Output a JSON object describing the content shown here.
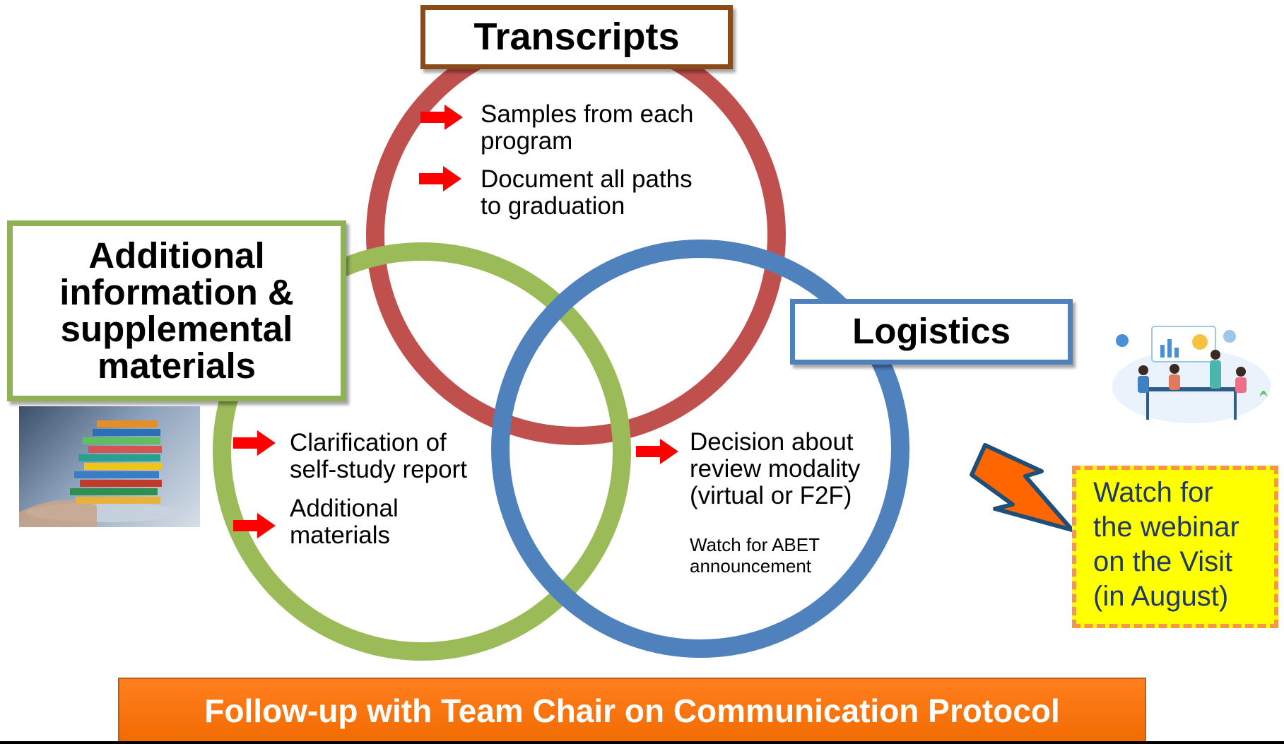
{
  "colors": {
    "transcripts_circle": "#c0504d",
    "additional_circle": "#9bbb59",
    "logistics_circle": "#4f81bd",
    "transcripts_border": "#8b4a16",
    "bullet_arrow": "#ff0000",
    "callout_fill": "#ffff00",
    "callout_border": "#f79646",
    "callout_text": "#1f3864",
    "banner_fill": "#f26b00",
    "lightning_fill": "#ff6600",
    "lightning_stroke": "#1f4e79"
  },
  "transcripts": {
    "title": "Transcripts",
    "bullets": [
      {
        "icon": "right-arrow-icon",
        "line1": "Samples from each",
        "line2": "program"
      },
      {
        "icon": "right-arrow-icon",
        "line1": "Document all paths",
        "line2": "to graduation"
      }
    ]
  },
  "additional": {
    "title_lines": [
      "Additional",
      "information &",
      "supplemental",
      "materials"
    ],
    "image": "books-on-tablet-photo",
    "bullets": [
      {
        "icon": "right-arrow-icon",
        "line1": "Clarification of",
        "line2": "self-study report"
      },
      {
        "icon": "right-arrow-icon",
        "line1": "Additional",
        "line2": "materials"
      }
    ]
  },
  "logistics": {
    "title": "Logistics",
    "image": "team-meeting-illustration",
    "bullets": [
      {
        "icon": "right-arrow-icon",
        "line1": "Decision about",
        "line2": "review modality",
        "line3": "(virtual or F2F)"
      }
    ],
    "note_line1": "Watch for ABET",
    "note_line2": "announcement"
  },
  "callout": {
    "icon": "lightning-bolt-icon",
    "text": "Watch for\nthe webinar\non the Visit\n(in August)"
  },
  "banner": {
    "text": "Follow-up with Team Chair on Communication Protocol"
  }
}
